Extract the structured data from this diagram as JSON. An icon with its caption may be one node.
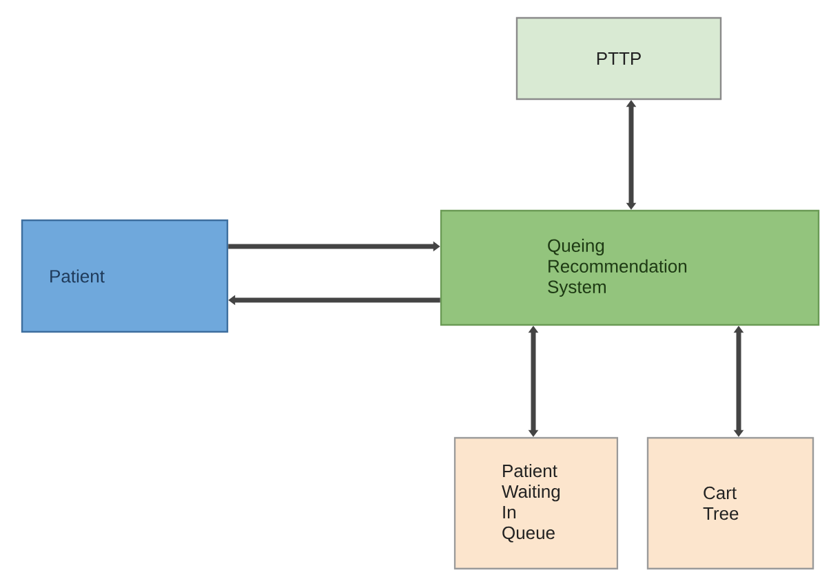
{
  "diagram": {
    "nodes": [
      {
        "text": [
          "PTTP"
        ]
      },
      {
        "text": [
          "Patient"
        ]
      },
      {
        "text": [
          "Queing Recommendation System"
        ]
      },
      {
        "text": [
          "Patient Waiting In Queue"
        ]
      },
      {
        "text": [
          "Cart Tree"
        ]
      }
    ],
    "edges": [
      {
        "from": 1,
        "to": 2,
        "arrow": "to"
      },
      {
        "from": 2,
        "to": 1,
        "arrow": "to"
      },
      {
        "from": 0,
        "to": 2,
        "arrow": "both"
      },
      {
        "from": 2,
        "to": 3,
        "arrow": "both"
      },
      {
        "from": 2,
        "to": 4,
        "arrow": "both"
      }
    ]
  }
}
